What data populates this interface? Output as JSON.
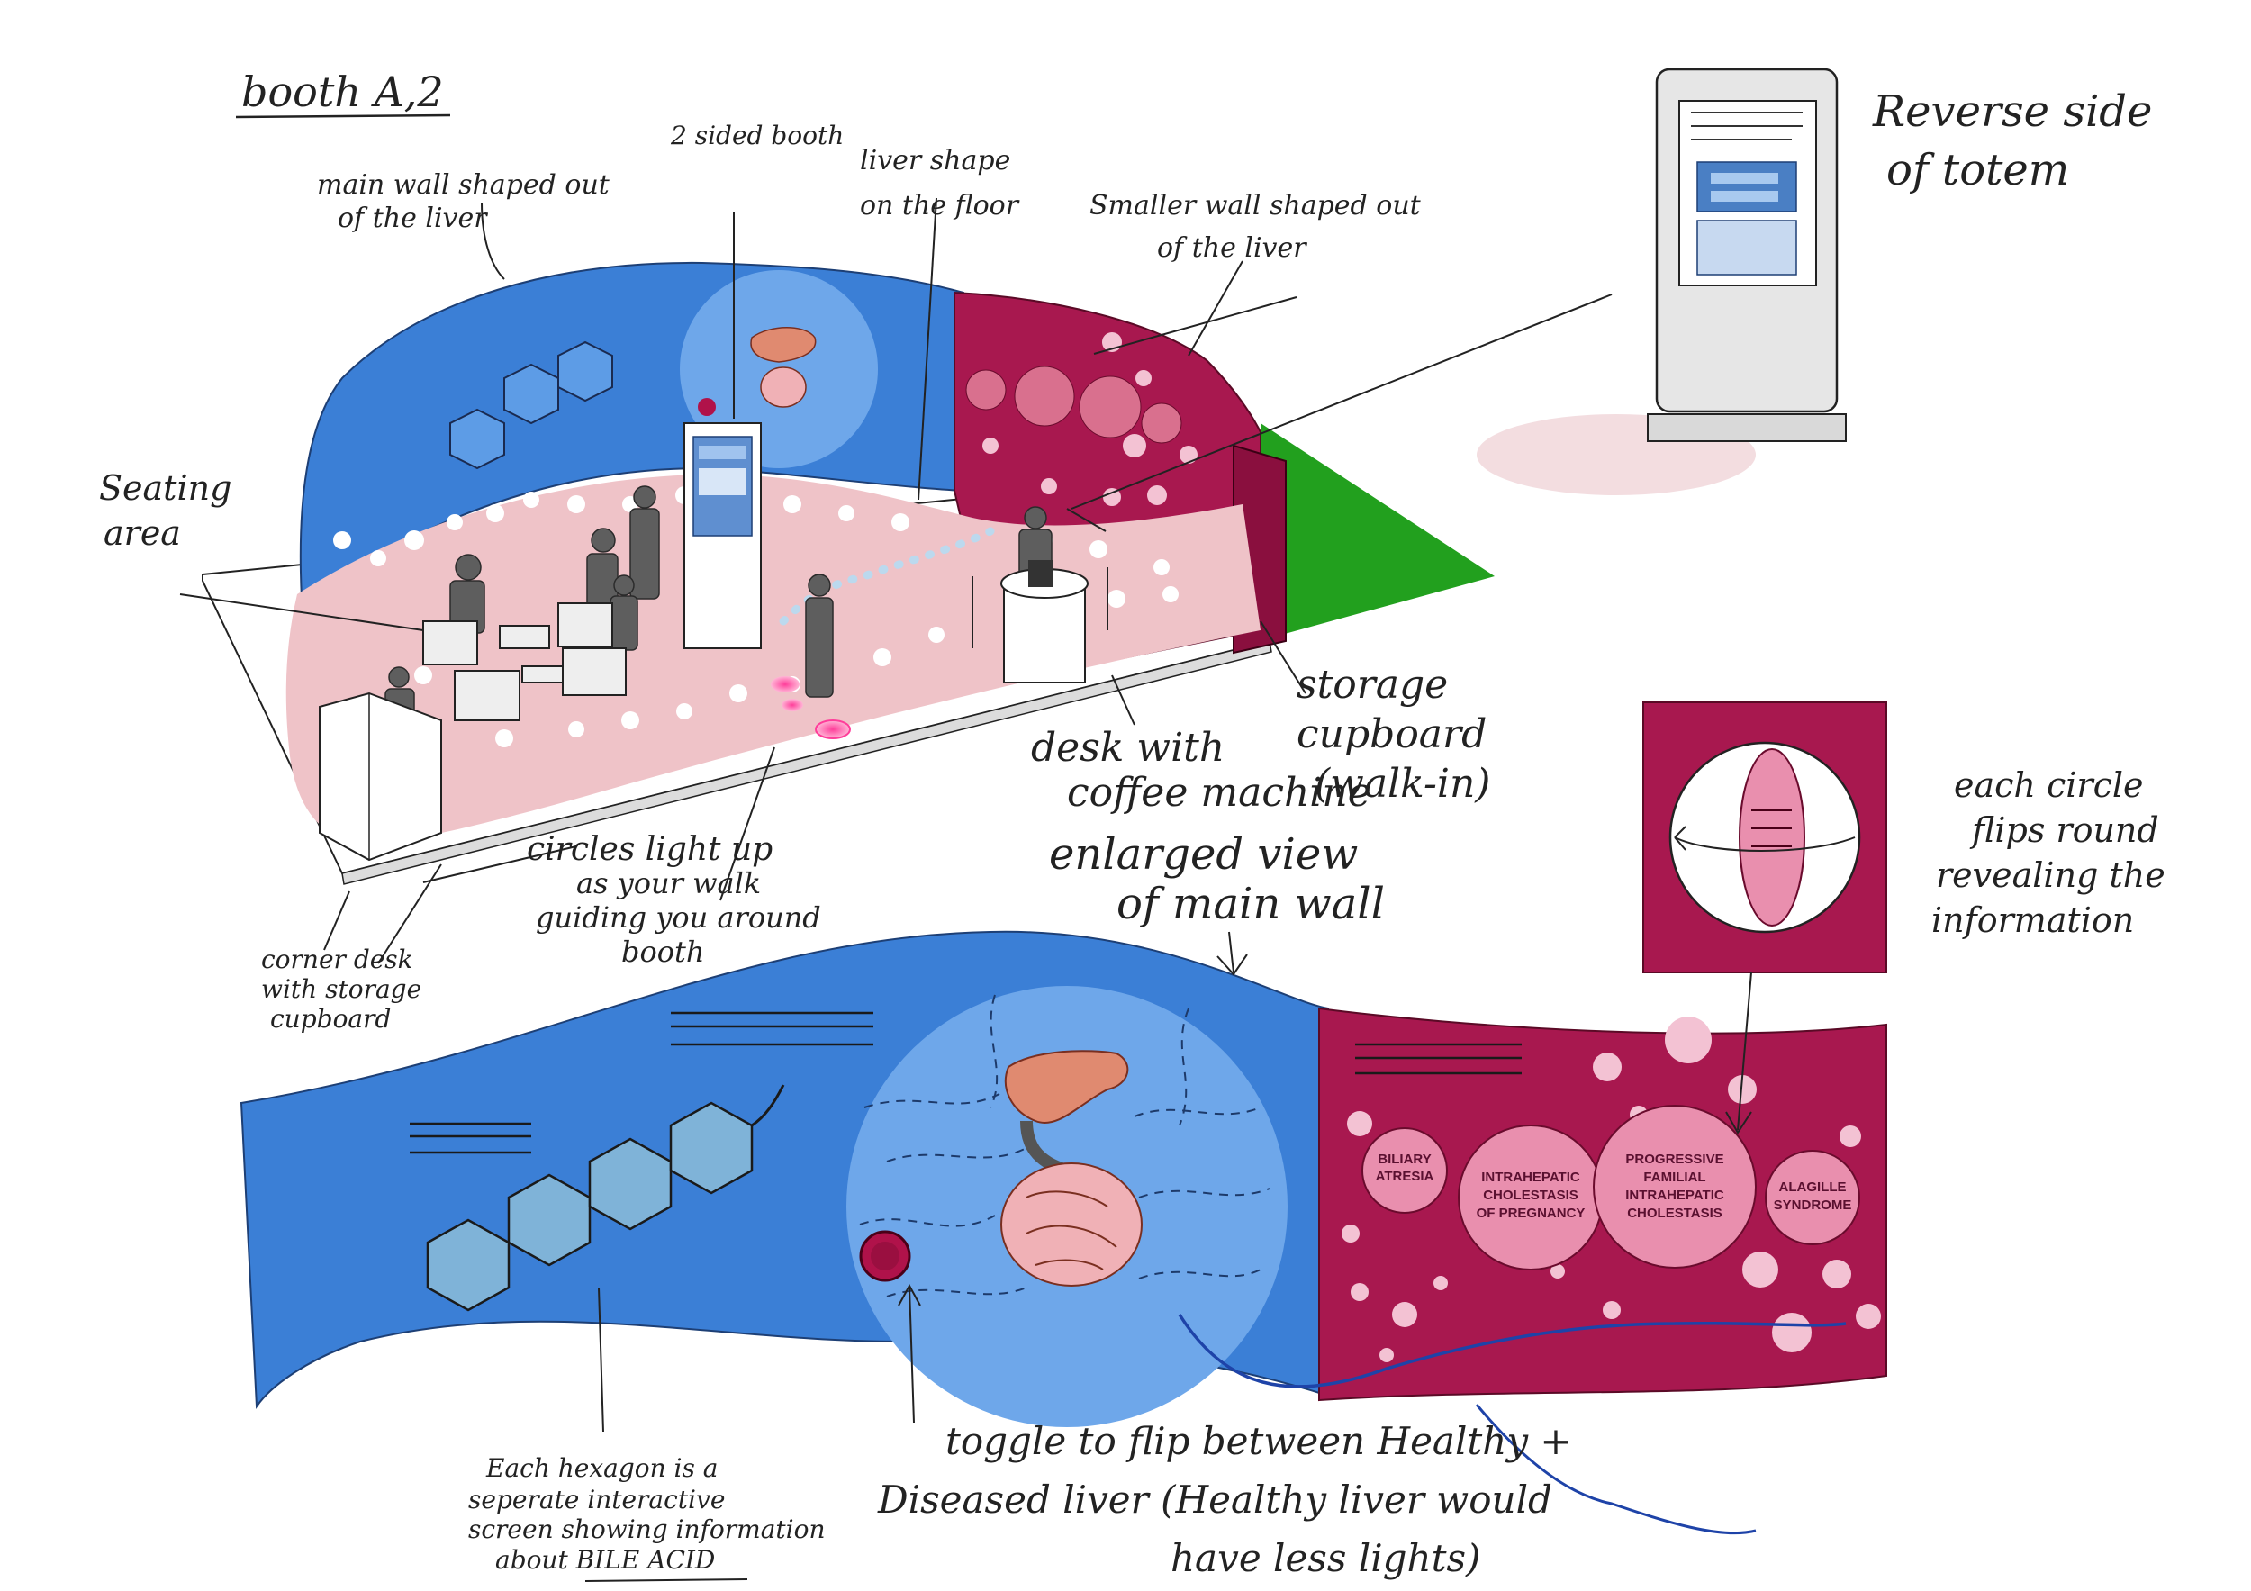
{
  "title": "booth A,2",
  "colors": {
    "blue_wall": "#3b7fd6",
    "blue_circle": "#6ea7ea",
    "magenta_wall": "#a8184f",
    "pink_circle": "#e98fae",
    "floor_pink": "#efc3c8",
    "green_wall": "#22a01e"
  },
  "annotations": {
    "two_sided_booth": "2 sided booth",
    "main_wall_1": "main wall shaped out",
    "main_wall_2": "of the liver",
    "liver_floor_1": "liver shape",
    "liver_floor_2": "on the floor",
    "smaller_wall_1": "Smaller wall shaped out",
    "smaller_wall_2": "of the liver",
    "seating_1": "Seating",
    "seating_2": "area",
    "reverse_1": "Reverse side",
    "reverse_2": "of totem",
    "storage_1": "storage",
    "storage_2": "cupboard",
    "storage_3": "(walk-in)",
    "desk_1": "desk with",
    "desk_2": "coffee machine",
    "circles_1": "circles light up",
    "circles_2": "as your walk",
    "circles_3": "guiding you around",
    "circles_4": "booth",
    "corner_1": "corner desk",
    "corner_2": "with storage",
    "corner_3": "cupboard",
    "enlarged_1": "enlarged view",
    "enlarged_2": "of main wall",
    "flip_1": "each circle",
    "flip_2": "flips round",
    "flip_3": "revealing the",
    "flip_4": "information",
    "hexagon_1": "Each hexagon is a",
    "hexagon_2": "seperate interactive",
    "hexagon_3": "screen showing information",
    "hexagon_4": "about BILE ACID",
    "toggle_1": "toggle to flip between Healthy +",
    "toggle_2": "Diseased liver (Healthy liver would",
    "toggle_3": "have less lights)"
  },
  "conditions": {
    "biliary_1": "BILIARY",
    "biliary_2": "ATRESIA",
    "ichp_1": "INTRAHEPATIC",
    "ichp_2": "CHOLESTASIS",
    "ichp_3": "OF PREGNANCY",
    "pfic_1": "PROGRESSIVE",
    "pfic_2": "FAMILIAL",
    "pfic_3": "INTRAHEPATIC",
    "pfic_4": "CHOLESTASIS",
    "alagille_1": "ALAGILLE",
    "alagille_2": "SYNDROME"
  }
}
